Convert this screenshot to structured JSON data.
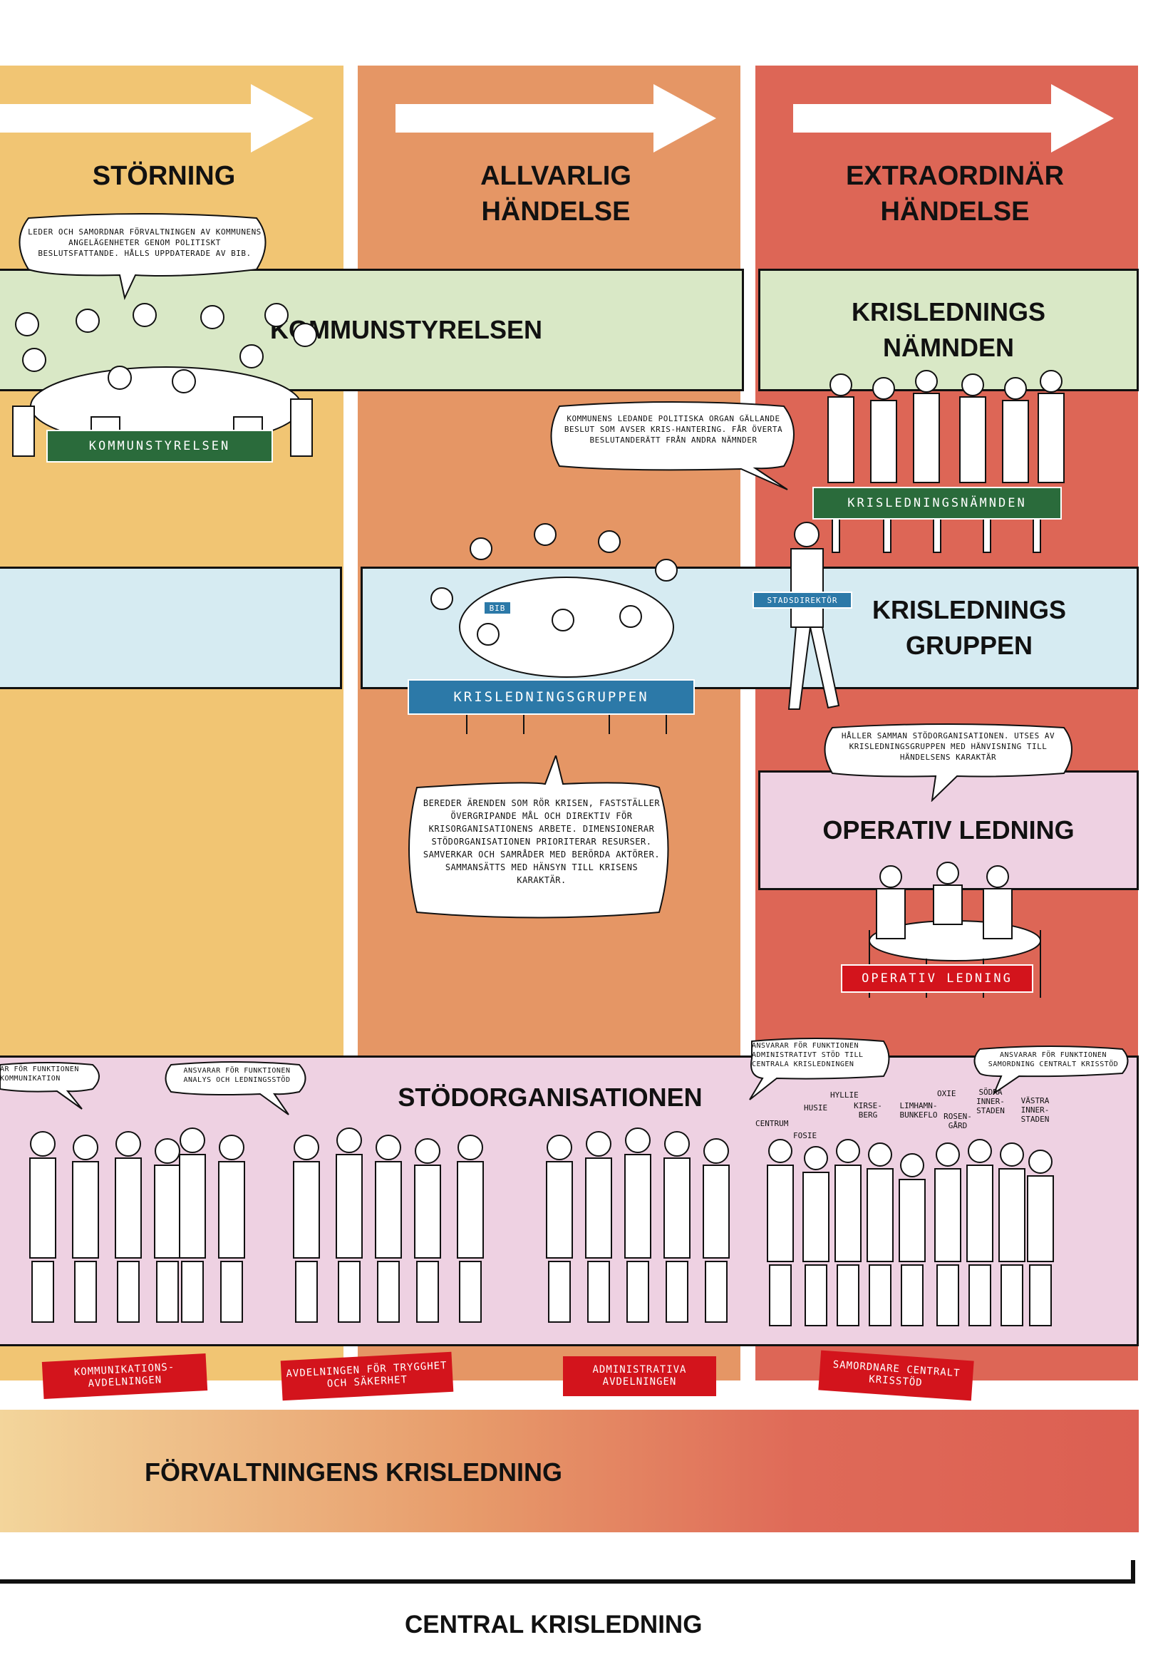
{
  "columns": [
    {
      "title": "STÖRNING",
      "color": "#f1c573"
    },
    {
      "title": "ALLVARLIG HÄNDELSE",
      "color": "#e59665"
    },
    {
      "title": "EXTRAORDINÄR HÄNDELSE",
      "color": "#dd6656"
    }
  ],
  "bands": {
    "kommunstyrelsen": "KOMMUNSTYRELSEN",
    "krisledningsnamnden": "KRISLEDNINGS NÄMNDEN",
    "krisledningsgruppen": "KRISLEDNINGS GRUPPEN",
    "operativ_ledning": "OPERATIV LEDNING",
    "stodorganisationen": "STÖDORGANISATIONEN"
  },
  "bubbles": {
    "kommunstyrelsen": "LEDER OCH SAMORDNAR FÖRVALTNINGEN AV KOMMUNENS ANGELÄGENHETER GENOM POLITISKT BESLUTSFATTANDE. HÅLLS UPPDATERADE AV BIB.",
    "krisledningsnamnden": "KOMMUNENS LEDANDE POLITISKA ORGAN GÄLLANDE BESLUT SOM AVSER KRIS-HANTERING. FÅR ÖVERTA BESLUTANDERÄTT FRÅN ANDRA NÄMNDER",
    "operativ": "HÅLLER SAMMAN STÖDORGANISATIONEN. UTSES AV KRISLEDNINGSGRUPPEN MED HÄNVISNING TILL HÄNDELSENS KARAKTÄR",
    "krisledningsgruppen": "BEREDER ÄRENDEN SOM RÖR KRISEN, FASTSTÄLLER ÖVERGRIPANDE MÅL OCH DIREKTIV FÖR KRISORGANISATIONENS ARBETE. DIMENSIONERAR STÖDORGANISATIONEN PRIORITERAR RESURSER. SAMVERKAR OCH SAMRÅDER MED BERÖRDA AKTÖRER. SAMMANSÄTTS MED HÄNSYN TILL KRISENS KARAKTÄR.",
    "kommunikation": "AR FÖR FUNKTIONEN KOMMUNIKATION",
    "analys": "ANSVARAR FÖR FUNKTIONEN ANALYS OCH LEDNINGSSTÖD",
    "administrativt": "ANSVARAR FÖR FUNKTIONEN ADMINISTRATIVT STÖD TILL CENTRALA KRISLEDNINGEN",
    "samordning": "ANSVARAR FÖR FUNKTIONEN SAMORDNING CENTRALT KRISSTÖD"
  },
  "tags": {
    "kommunstyrelsen": "KOMMUNSTYRELSEN",
    "krisledningsnamnden": "KRISLEDNINGSNÄMNDEN",
    "krisledningsgruppen": "KRISLEDNINGSGRUPPEN",
    "operativ": "OPERATIV LEDNING",
    "bib": "BIB",
    "stadsdirektor": "STADSDIREKTÖR"
  },
  "departments": [
    "KOMMUNIKATIONS-AVDELNINGEN",
    "AVDELNINGEN FÖR TRYGGHET OCH SÄKERHET",
    "ADMINISTRATIVA AVDELNINGEN",
    "SAMORDNARE CENTRALT KRISSTÖD"
  ],
  "areas": [
    "CENTRUM",
    "HUSIE",
    "FOSIE",
    "HYLLIE",
    "KIRSE-BERG",
    "LIMHAMN-BUNKEFLO",
    "OXIE",
    "ROSEN-GÅRD",
    "SÖDRA INNER-STADEN",
    "VÄSTRA INNER-STADEN"
  ],
  "bottom": {
    "forvaltningens": "FÖRVALTNINGENS KRISLEDNING",
    "central": "CENTRAL KRISLEDNING"
  }
}
